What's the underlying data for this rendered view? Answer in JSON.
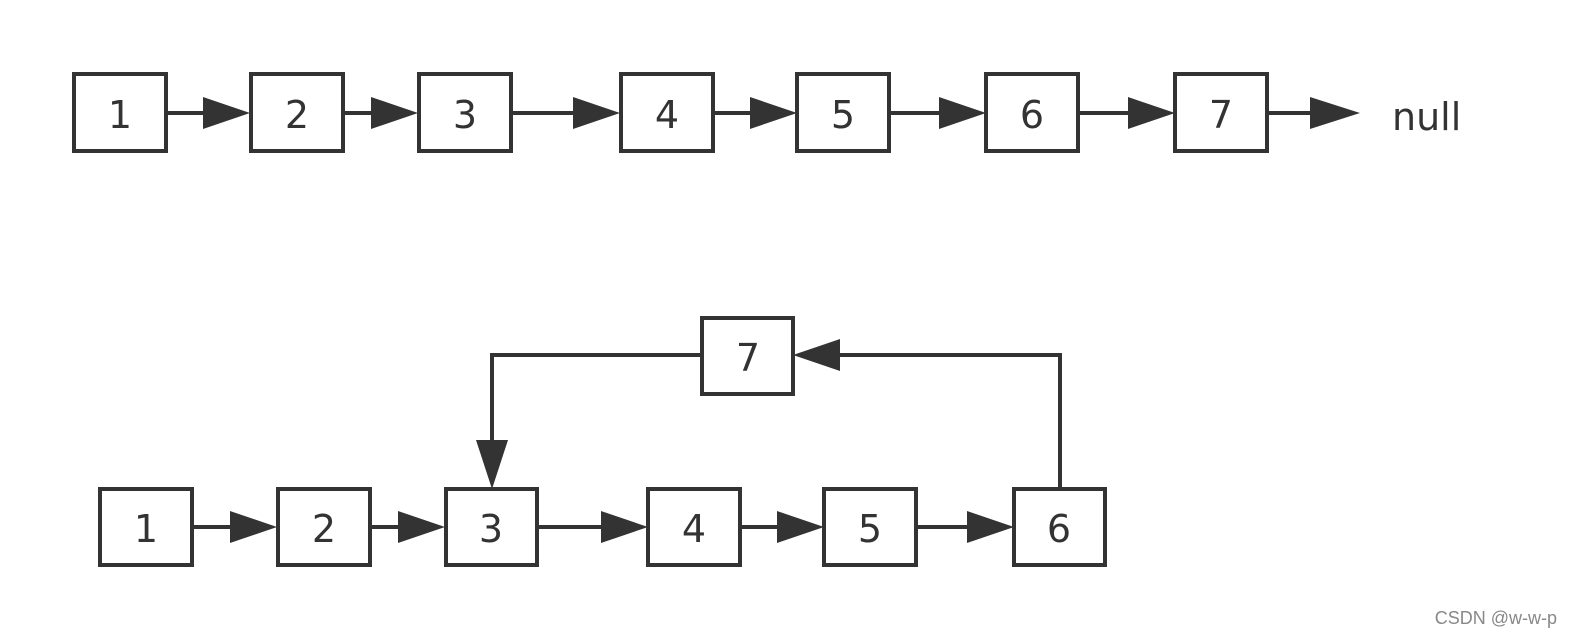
{
  "diagram": {
    "top_list": {
      "nodes": [
        "1",
        "2",
        "3",
        "4",
        "5",
        "6",
        "7"
      ],
      "terminal": "null"
    },
    "bottom_list": {
      "nodes": [
        "1",
        "2",
        "3",
        "4",
        "5",
        "6"
      ],
      "cycle_node": "7"
    },
    "colors": {
      "stroke": "#333333",
      "background": "#ffffff",
      "watermark": "#888888"
    }
  },
  "watermark": "CSDN @w-w-p"
}
